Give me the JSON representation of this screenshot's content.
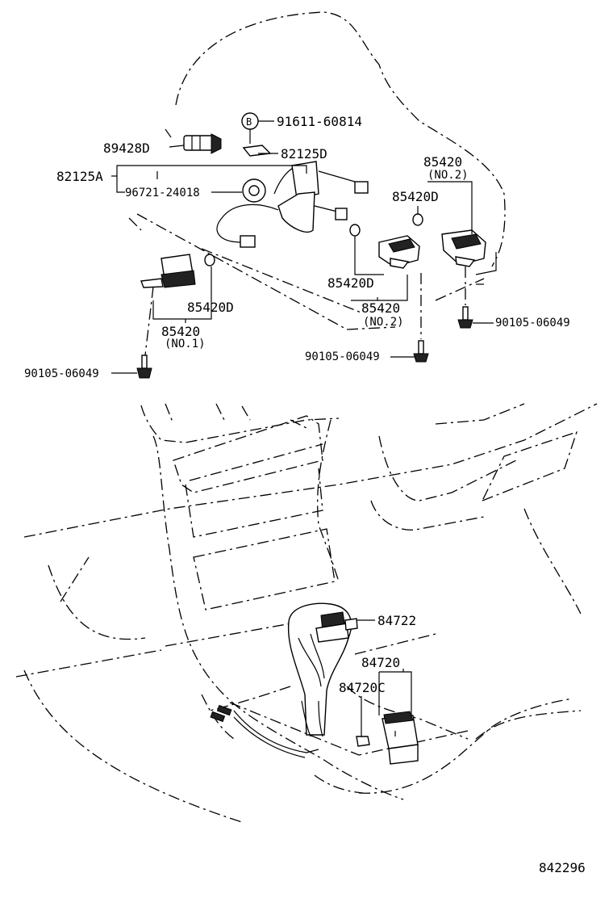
{
  "callouts": {
    "b_symbol": "B",
    "bolt_b": "91611-60814",
    "bracket_d": "82125D",
    "sensor": "89428D",
    "harness_a": "82125A",
    "grommet": "96721-24018",
    "switch_no2_top": "85420",
    "no2_top": "(NO.2)",
    "cap_d_top": "85420D",
    "cap_d_mid": "85420D",
    "switch_no2_mid": "85420",
    "no2_mid": "(NO.2)",
    "cap_d_left": "85420D",
    "switch_no1": "85420",
    "no1": "(NO.1)",
    "screw_right": "90105-06049",
    "screw_mid": "90105-06049",
    "screw_left": "90105-06049",
    "shift_switch": "84722",
    "console_switch": "84720",
    "console_clip": "84720C",
    "diagram_number": "842296"
  }
}
